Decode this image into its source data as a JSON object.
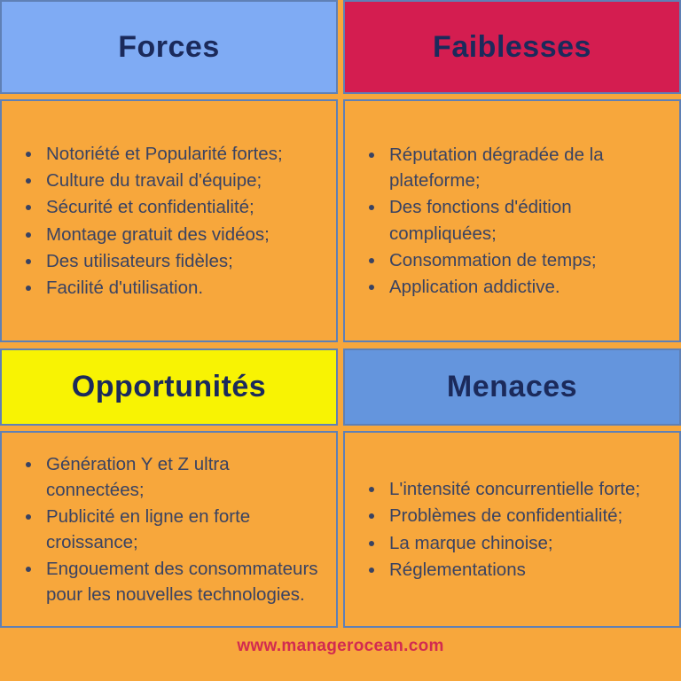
{
  "page": {
    "background_color": "#F7A73C",
    "cell_border_color": "#5F80B5",
    "header_text_color": "#1B2A5B",
    "body_text_color": "#3A4362"
  },
  "quadrants": [
    {
      "id": "forces",
      "title": "Forces",
      "header_bg": "#7FABF4",
      "items": [
        "Notoriété et Popularité fortes;",
        "Culture du travail d'équipe;",
        "Sécurité et confidentialité;",
        "Montage gratuit des vidéos;",
        "Des utilisateurs fidèles;",
        "Facilité d'utilisation."
      ]
    },
    {
      "id": "faiblesses",
      "title": "Faiblesses",
      "header_bg": "#D41D50",
      "items": [
        "Réputation dégradée de la plateforme;",
        "Des fonctions d'édition compliquées;",
        "Consommation de temps;",
        "Application addictive."
      ]
    },
    {
      "id": "opportunites",
      "title": "Opportunités",
      "header_bg": "#F8F303",
      "items": [
        "Génération Y et Z ultra connectées;",
        "Publicité en ligne en forte croissance;",
        "Engouement des consommateurs pour les nouvelles technologies."
      ]
    },
    {
      "id": "menaces",
      "title": "Menaces",
      "header_bg": "#6495DD",
      "items": [
        "L'intensité concurrentielle forte;",
        "Problèmes de confidentialité;",
        "La marque chinoise;",
        "Réglementations"
      ]
    }
  ],
  "footer": {
    "url_text": "www.managerocean.com",
    "color": "#D22B50"
  }
}
